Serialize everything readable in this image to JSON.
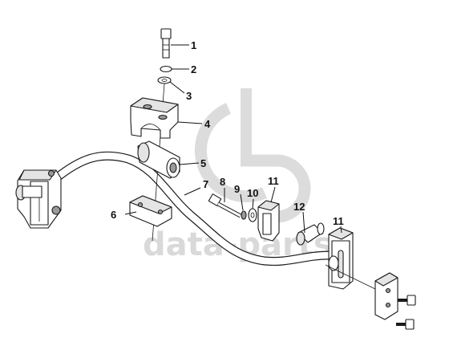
{
  "watermark": {
    "text": "data-parts",
    "color": "#d9d9d9"
  },
  "callouts": [
    {
      "id": "1",
      "label": "1"
    },
    {
      "id": "2",
      "label": "2"
    },
    {
      "id": "3",
      "label": "3"
    },
    {
      "id": "4",
      "label": "4"
    },
    {
      "id": "5",
      "label": "5"
    },
    {
      "id": "6",
      "label": "6"
    },
    {
      "id": "7",
      "label": "7"
    },
    {
      "id": "8",
      "label": "8"
    },
    {
      "id": "9",
      "label": "9"
    },
    {
      "id": "10",
      "label": "10"
    },
    {
      "id": "11a",
      "label": "11"
    },
    {
      "id": "11b",
      "label": "11"
    },
    {
      "id": "12",
      "label": "12"
    }
  ]
}
